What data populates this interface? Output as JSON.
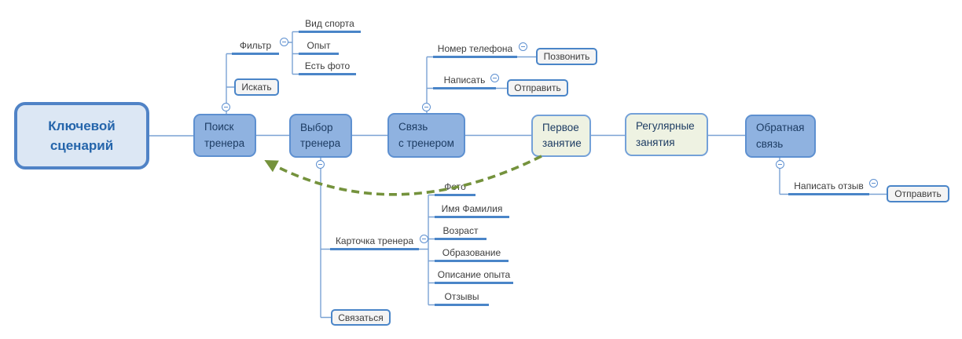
{
  "root": {
    "label": "Ключевой\nсценарий"
  },
  "stages": [
    {
      "label": "Поиск\nтренера"
    },
    {
      "label": "Выбор\nтренера"
    },
    {
      "label": "Связь\nс тренером"
    },
    {
      "label": "Первое\nзанятие"
    },
    {
      "label": "Регулярные\nзанятия"
    },
    {
      "label": "Обратная\nсвязь"
    }
  ],
  "search_branch": {
    "filter_label": "Фильтр",
    "filter_children": [
      "Вид спорта",
      "Опыт",
      "Есть фото"
    ],
    "search_button": "Искать"
  },
  "contact_branch": {
    "phone_label": "Номер телефона",
    "call_button": "Позвонить",
    "write_label": "Написать",
    "send_button": "Отправить"
  },
  "choose_branch": {
    "card_label": "Карточка тренера",
    "card_children": [
      "Фото",
      "Имя Фамилия",
      "Возраст",
      "Образование",
      "Описание опыта",
      "Отзывы"
    ],
    "contact_button": "Связаться"
  },
  "feedback_branch": {
    "review_label": "Написать отзыв",
    "send_button": "Отправить"
  },
  "colors": {
    "topic_fill": "#8fb2e0",
    "topic_border": "#5e90d0",
    "milestone_fill": "#eef2e2",
    "root_fill": "#dce7f4",
    "root_border": "#5083c6",
    "underline_blue": "#4a85c8",
    "connector_blue": "#7aa2d4",
    "button_fill": "#f4f4f4",
    "loop_arrow_green": "#74923c"
  }
}
